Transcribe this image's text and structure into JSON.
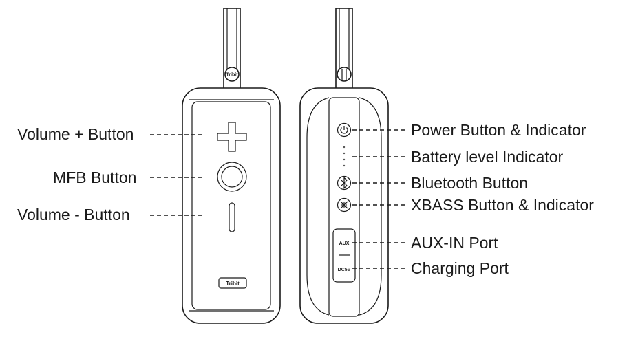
{
  "front_labels": {
    "volume_plus": "Volume + Button",
    "mfb": "MFB Button",
    "volume_minus": "Volume - Button"
  },
  "side_labels": {
    "power": "Power Button & Indicator",
    "battery": "Battery level Indicator",
    "bluetooth": "Bluetooth Button",
    "xbass": "XBASS Button & Indicator",
    "aux": "AUX-IN Port",
    "charging": "Charging Port"
  },
  "port_markings": {
    "aux": "AUX",
    "dc": "DC5V"
  },
  "brand": {
    "logo": "Tribit",
    "strap_logo": "Tribit"
  }
}
